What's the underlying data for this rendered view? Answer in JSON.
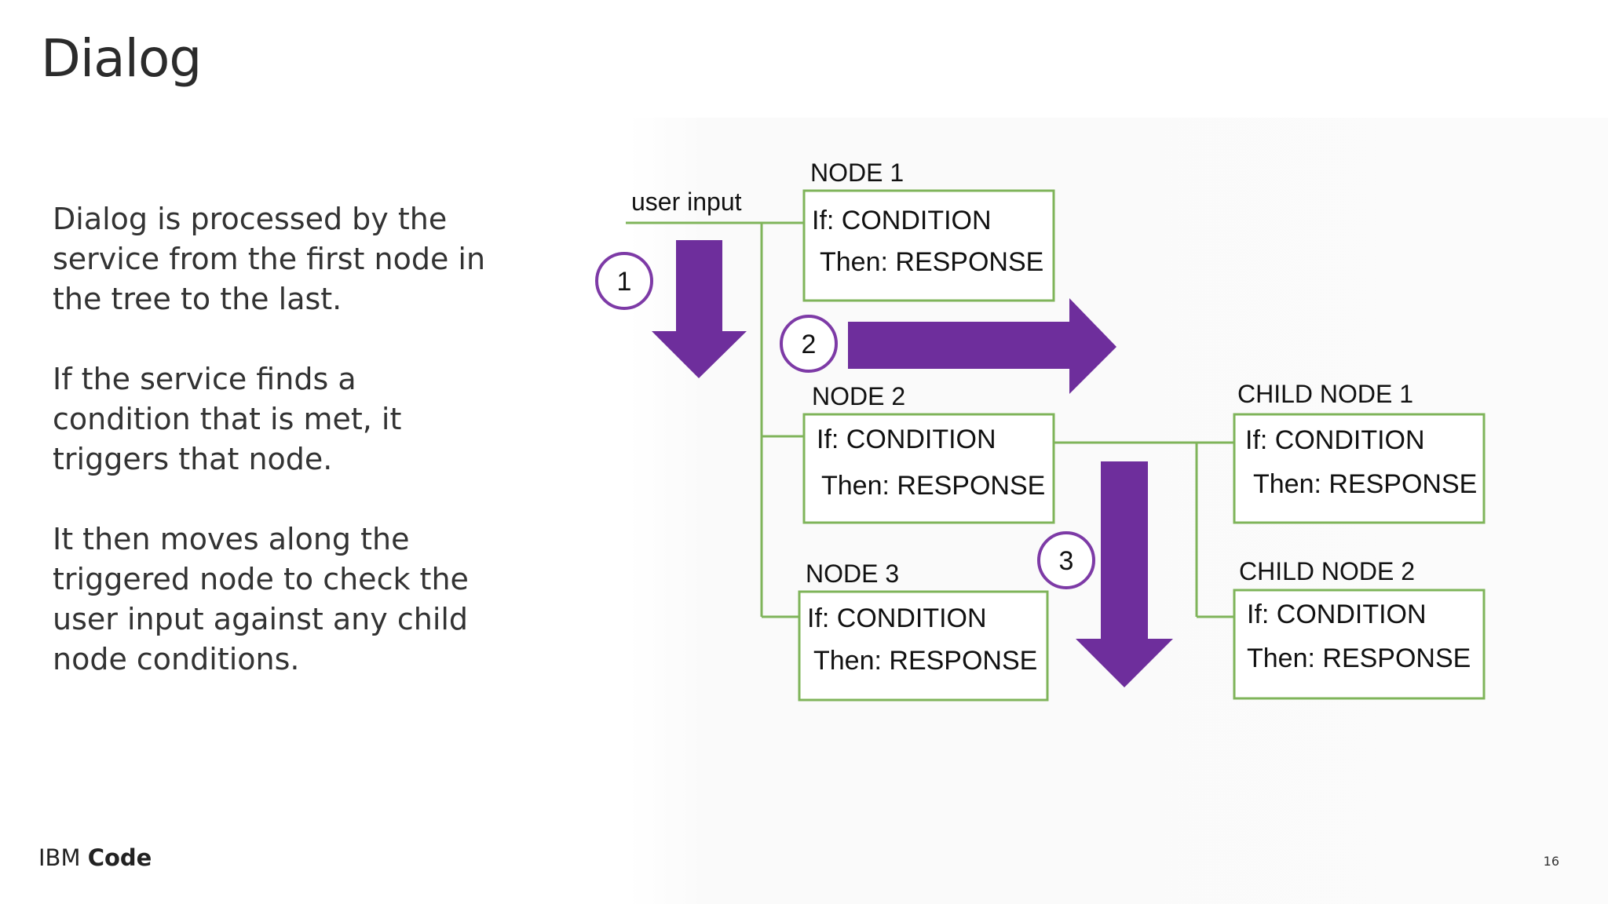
{
  "title": "Dialog",
  "paragraphs": [
    [
      "Dialog is processed by the",
      "service from the first node in",
      "the tree to the last."
    ],
    [
      "If the service finds a",
      "condition that is met, it",
      "triggers that node."
    ],
    [
      "It then moves along the",
      "triggered node to check the",
      "user input against any child",
      "node conditions."
    ]
  ],
  "footer": {
    "brand_light": "IBM",
    "brand_bold": "Code",
    "page_number": "16"
  },
  "diagram": {
    "user_input_label": "user input",
    "step_labels": [
      "1",
      "2",
      "3"
    ],
    "nodes": [
      {
        "name": "NODE 1",
        "condition": "If: CONDITION",
        "response": "Then: RESPONSE"
      },
      {
        "name": "NODE 2",
        "condition": "If: CONDITION",
        "response": "Then: RESPONSE"
      },
      {
        "name": "NODE 3",
        "condition": "If: CONDITION",
        "response": "Then: RESPONSE"
      },
      {
        "name": "CHILD NODE 1",
        "condition": "If: CONDITION",
        "response": "Then: RESPONSE"
      },
      {
        "name": "CHILD NODE 2",
        "condition": "If: CONDITION",
        "response": "Then: RESPONSE"
      }
    ],
    "colors": {
      "connector": "#7fb45a",
      "arrow": "#6e2e9c",
      "circle": "#7d3aa6"
    }
  }
}
